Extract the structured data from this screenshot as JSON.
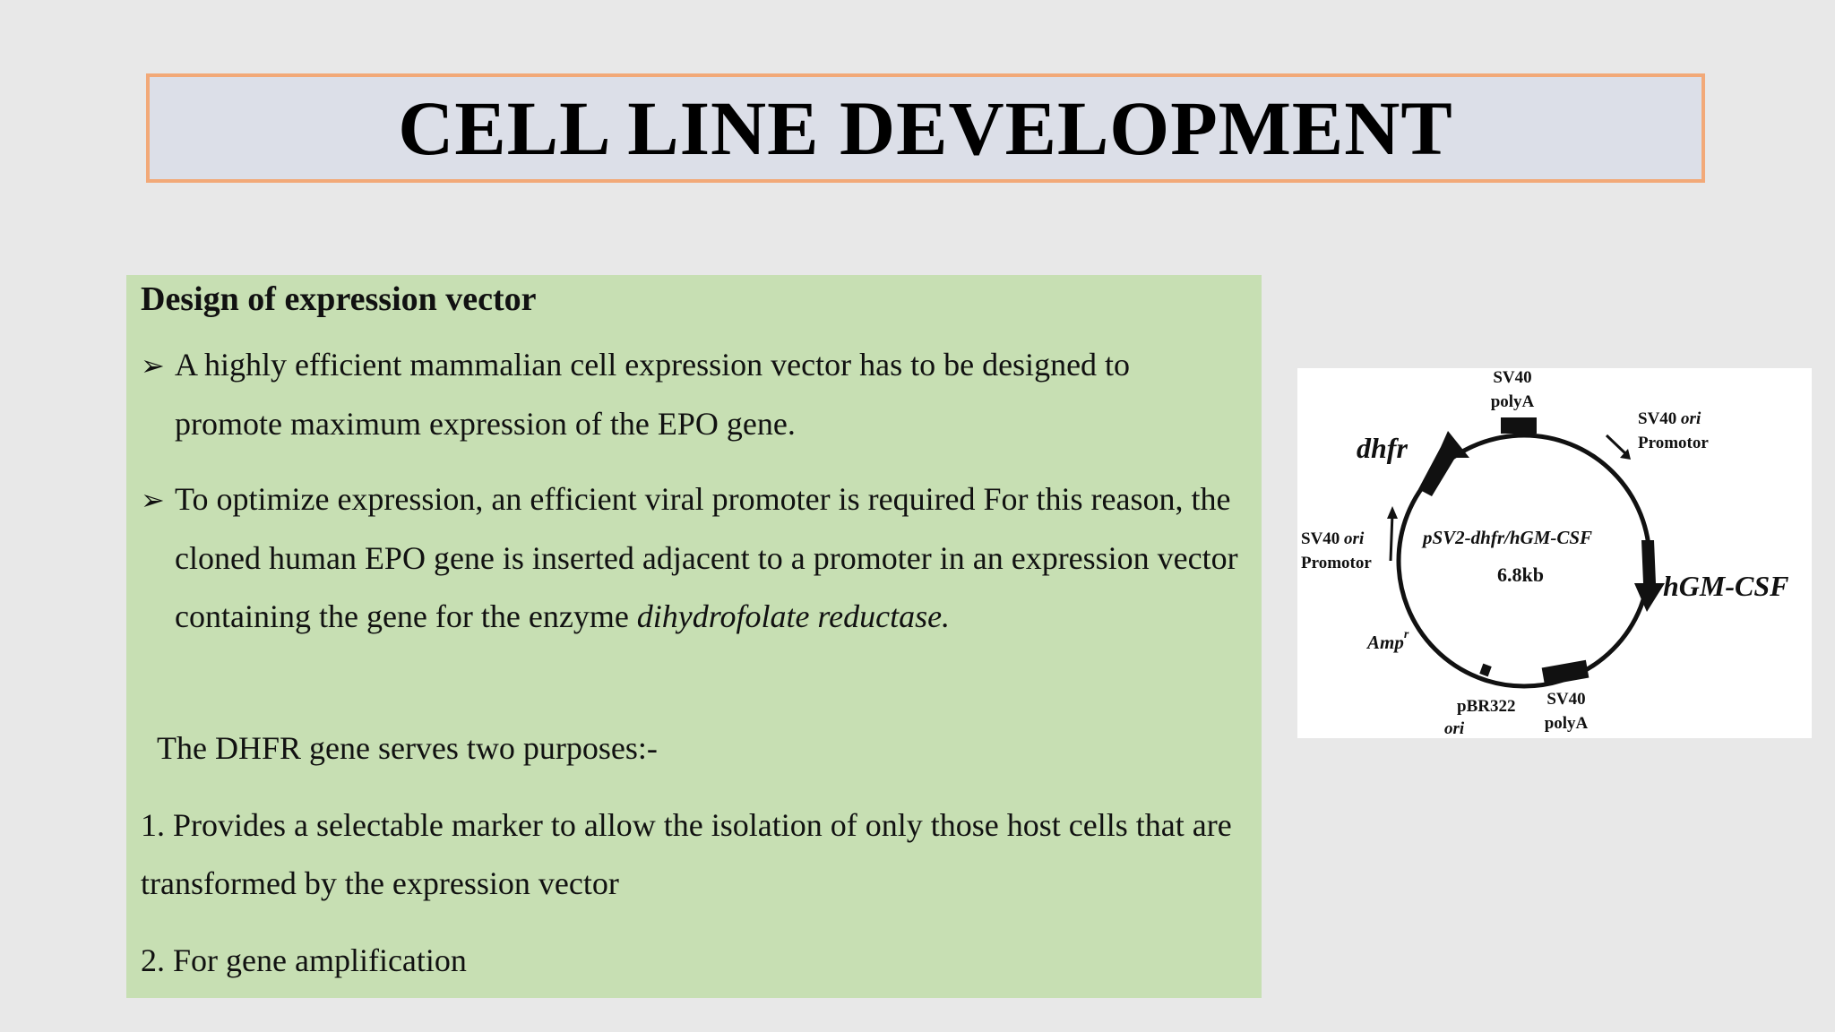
{
  "title": "CELL LINE DEVELOPMENT",
  "content": {
    "heading": "Design of expression vector",
    "bullets": [
      {
        "text": "A highly efficient mammalian cell expression vector has to be designed to promote maximum expression of the EPO gene."
      },
      {
        "text": "To optimize expression, an efficient viral promoter is required For this reason, the cloned human EPO gene is inserted adjacent to a promoter in an expression vector containing the gene for the enzyme ",
        "italic": "dihydrofolate reductase."
      }
    ],
    "purposes_intro": "The DHFR gene serves two purposes:-",
    "purpose_1": "1.  Provides a selectable marker to allow the isolation of only those host cells that are transformed by the expression vector",
    "purpose_2": "2. For gene amplification"
  },
  "plasmid": {
    "name": "pSV2-dhfr/hGM-CSF",
    "size": "6.8kb",
    "labels": {
      "sv40_polya_top_1": "SV40",
      "sv40_polya_top_2": "polyA",
      "sv40_ori_right_1": "SV40",
      "sv40_ori_right_2": "ori",
      "sv40_ori_right_3": "Promotor",
      "dhfr": "dhfr",
      "sv40_ori_left_1": "SV40",
      "sv40_ori_left_2": "ori",
      "sv40_ori_left_3": "Promotor",
      "hgmcsf": "hGM-CSF",
      "amp": "Amp",
      "amp_sup": "r",
      "pbr322_1": "pBR322",
      "pbr322_2": "ori",
      "sv40_polya_bottom_1": "SV40",
      "sv40_polya_bottom_2": "polyA"
    }
  }
}
